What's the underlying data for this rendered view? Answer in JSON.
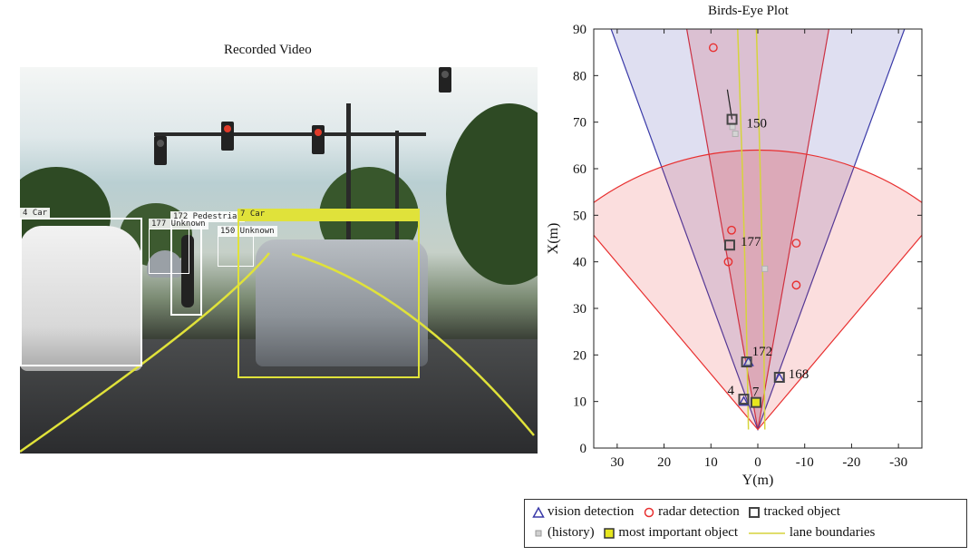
{
  "video": {
    "title": "Recorded Video",
    "detections": [
      {
        "id": "car4",
        "label": "4 Car",
        "color": "#ffffff"
      },
      {
        "id": "ped172",
        "label": "172 Pedestrian",
        "color": "#ffffff"
      },
      {
        "id": "unk177",
        "label": "177 Unknown",
        "color": "#ffffff"
      },
      {
        "id": "unk150",
        "label": "150 Unknown",
        "color": "#ffffff"
      },
      {
        "id": "car7",
        "label": "7 Car",
        "color": "#e0e23a"
      }
    ]
  },
  "chart_data": {
    "type": "scatter",
    "title": "Birds-Eye Plot",
    "xlabel": "Y(m)",
    "ylabel": "X(m)",
    "xlim": [
      35,
      -35
    ],
    "ylim": [
      0,
      90
    ],
    "xticks": [
      30,
      20,
      10,
      0,
      -10,
      -20,
      -30
    ],
    "xtick_labels": [
      "30",
      "20",
      "10",
      "0",
      "-10",
      "-20",
      "-30"
    ],
    "yticks": [
      0,
      10,
      20,
      30,
      40,
      50,
      60,
      70,
      80,
      90
    ],
    "ytick_labels": [
      "0",
      "10",
      "20",
      "30",
      "40",
      "50",
      "60",
      "70",
      "80",
      "90"
    ],
    "grid": false,
    "sensor_origin": {
      "y": 0,
      "x": 4
    },
    "coverage": [
      {
        "name": "radar long range",
        "radius": 200,
        "half_angle_deg": 10,
        "color": "#e83030"
      },
      {
        "name": "vision",
        "radius": 200,
        "half_angle_deg": 20,
        "color": "#3a3aa8"
      },
      {
        "name": "radar short range",
        "radius": 60,
        "half_angle_deg": 40,
        "color": "#e83030"
      }
    ],
    "lane_boundaries": [
      {
        "points": [
          [
            2.0,
            4
          ],
          [
            2.5,
            30
          ],
          [
            3.3,
            60
          ],
          [
            4.3,
            90
          ]
        ]
      },
      {
        "points": [
          [
            -1.5,
            4
          ],
          [
            -1.2,
            30
          ],
          [
            -0.5,
            60
          ],
          [
            0.3,
            90
          ]
        ]
      }
    ],
    "radar_detections": [
      {
        "y": 9.5,
        "x": 86
      },
      {
        "y": 5.6,
        "x": 46.8
      },
      {
        "y": 6.3,
        "x": 40
      },
      {
        "y": -8.2,
        "x": 44
      },
      {
        "y": -8.2,
        "x": 35
      }
    ],
    "vision_detections": [
      {
        "y": 3.0,
        "x": 10
      },
      {
        "y": 2.0,
        "x": 18.5
      },
      {
        "y": -4.6,
        "x": 15
      }
    ],
    "history_points": [
      {
        "y": 5.4,
        "x": 69
      },
      {
        "y": 4.8,
        "x": 67.5
      },
      {
        "y": -1.5,
        "x": 38.5
      },
      {
        "y": 1.9,
        "x": 18.5
      }
    ],
    "tracks": [
      {
        "id": "150",
        "y": 5.5,
        "x": 70.6,
        "label_dx": 16,
        "label_dy": 4,
        "heading_to": {
          "y": 6.5,
          "x": 77
        }
      },
      {
        "id": "177",
        "y": 6.0,
        "x": 43.6,
        "label_dx": 12,
        "label_dy": -4
      },
      {
        "id": "172",
        "y": 2.4,
        "x": 18.5,
        "label_dx": 6,
        "label_dy": -12
      },
      {
        "id": "168",
        "y": -4.6,
        "x": 15.2,
        "label_dx": 10,
        "label_dy": -4
      },
      {
        "id": "4",
        "y": 3.0,
        "x": 10.5,
        "label_dx": -18,
        "label_dy": -10
      },
      {
        "id": "7",
        "y": 0.4,
        "x": 9.8,
        "label_dx": -4,
        "label_dy": -12,
        "most_important": true
      }
    ]
  },
  "legend": {
    "items": [
      {
        "key": "vision",
        "label": "vision detection"
      },
      {
        "key": "radar",
        "label": "radar detection"
      },
      {
        "key": "tracked",
        "label": "tracked object"
      },
      {
        "key": "history",
        "label": "(history)"
      },
      {
        "key": "important",
        "label": "most important object"
      },
      {
        "key": "lane",
        "label": "lane boundaries"
      }
    ]
  },
  "colors": {
    "vision": "#3a3aa8",
    "radar": "#e83030",
    "tracked": "#444444",
    "history": "#b0b0b0",
    "important": "#e6e61e",
    "lane": "#d6d43c"
  }
}
